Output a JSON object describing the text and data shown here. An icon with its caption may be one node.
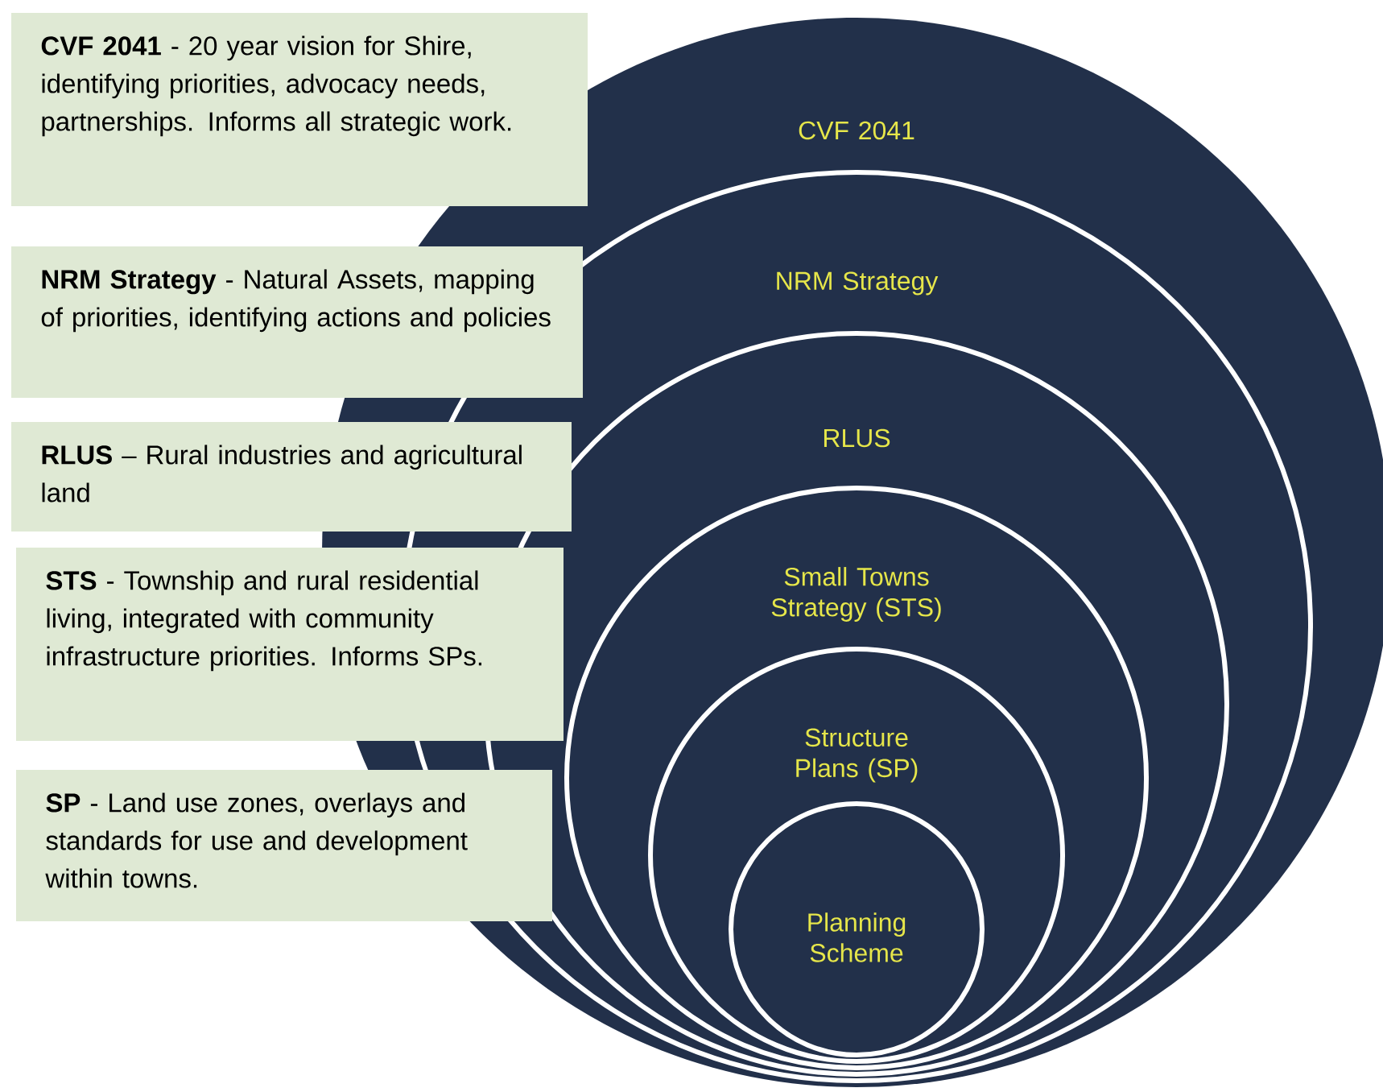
{
  "diagram": {
    "nodes": [
      {
        "text": [
          "CVF 2041"
        ]
      },
      {
        "text": [
          "NRM Strategy"
        ],
        "in": 0
      },
      {
        "text": [
          "RLUS"
        ],
        "in": 1
      },
      {
        "text": [
          "Small Towns Strategy (STS)"
        ],
        "in": 2
      },
      {
        "text": [
          "Structure Plans (SP)"
        ],
        "in": 3
      },
      {
        "text": [
          "Planning Scheme"
        ],
        "in": 4
      },
      {
        "text": [
          "**CVF 2041** - 20 year vision for Shire, identifying priorities, advocacy needs, partnerships. Informs all strategic work."
        ]
      },
      {
        "text": [
          "**NRM Strategy** - Natural Assets, mapping of priorities, identifying actions and policies"
        ]
      },
      {
        "text": [
          "**RLUS** – Rural industries and agricultural land"
        ]
      },
      {
        "text": [
          "**STS** - Township and rural residential living, integrated with community infrastructure priorities. Informs SPs."
        ]
      },
      {
        "text": [
          "**SP** - Land use zones, overlays and standards for use and development within towns."
        ]
      }
    ]
  }
}
